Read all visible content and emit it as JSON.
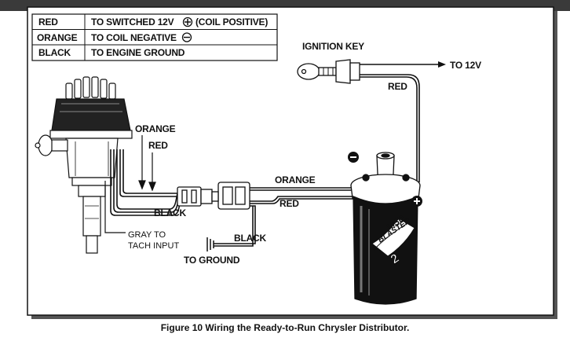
{
  "legend": {
    "rows": [
      {
        "color": "RED",
        "desc": "TO SWITCHED 12V",
        "symbol": "plus",
        "note": "(COIL POSITIVE)"
      },
      {
        "color": "ORANGE",
        "desc": "TO COIL NEGATIVE",
        "symbol": "minus",
        "note": ""
      },
      {
        "color": "BLACK",
        "desc": "TO ENGINE GROUND",
        "symbol": "",
        "note": ""
      }
    ]
  },
  "labels": {
    "ignition_key": "IGNITION KEY",
    "to_12v": "TO 12V",
    "red_key": "RED",
    "orange_left": "ORANGE",
    "red_left": "RED",
    "black_left": "BLACK",
    "gray_line1": "GRAY TO",
    "gray_line2": "TACH INPUT",
    "orange_mid": "ORANGE",
    "red_mid": "RED",
    "black_ground": "BLACK",
    "to_ground": "TO GROUND"
  },
  "coil": {
    "brand": "MSD",
    "model": "BLASTER",
    "number": "2"
  },
  "caption": "Figure 10  Wiring the Ready-to-Run Chrysler Distributor.",
  "colors": {
    "ink": "#111111",
    "frame_shadow": "#555555",
    "topbar": "#3a3a3a"
  }
}
